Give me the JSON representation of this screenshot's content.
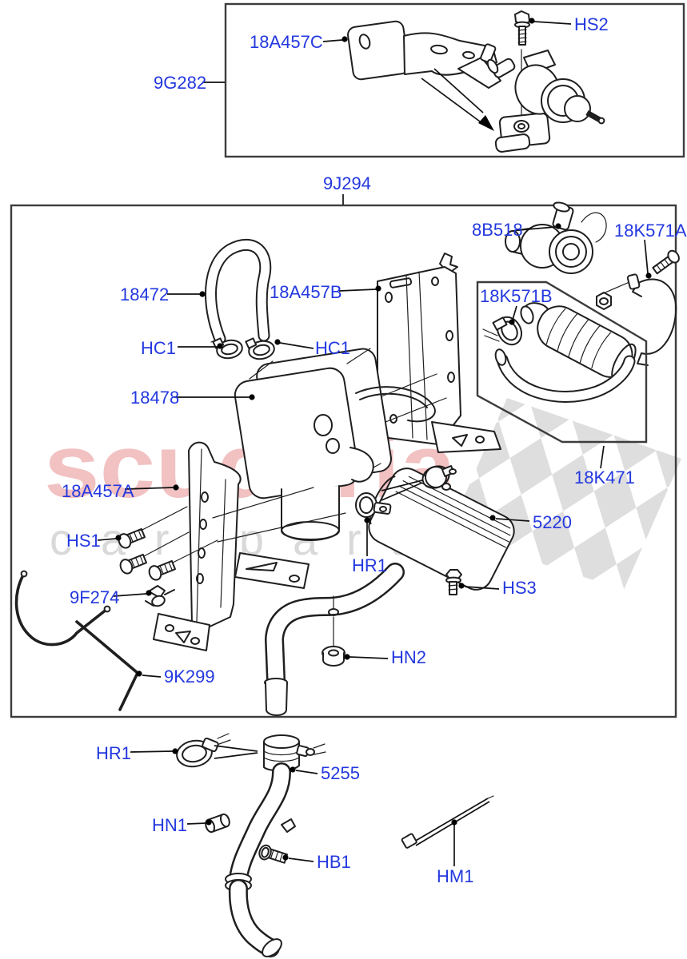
{
  "watermark": {
    "line1": "scuderia",
    "line2": "car parts"
  },
  "colors": {
    "label_blue": "#2338df",
    "diagram_line": "#1f1f1f",
    "watermark_pink": "#f2c1c1",
    "watermark_gray": "#d9d9d9",
    "checker_gray": "#dedede",
    "box_border": "#3c3c3c",
    "background": "#ffffff"
  },
  "labels": {
    "p18a457c": "18A457C",
    "hs2": "HS2",
    "p9g282": "9G282",
    "p9j294": "9J294",
    "p8b518": "8B518",
    "p18k571a": "18K571A",
    "p18k571b": "18K571B",
    "p18472": "18472",
    "p18a457b": "18A457B",
    "hc1_left": "HC1",
    "hc1_center": "HC1",
    "p18478": "18478",
    "p18a457a": "18A457A",
    "hs1": "HS1",
    "p9f274": "9F274",
    "p18k471": "18K471",
    "p5220": "5220",
    "hr1_main": "HR1",
    "hs3": "HS3",
    "hn2": "HN2",
    "p9k299": "9K299",
    "hr1_bottom": "HR1",
    "p5255": "5255",
    "hn1": "HN1",
    "hb1": "HB1",
    "hm1": "HM1"
  }
}
